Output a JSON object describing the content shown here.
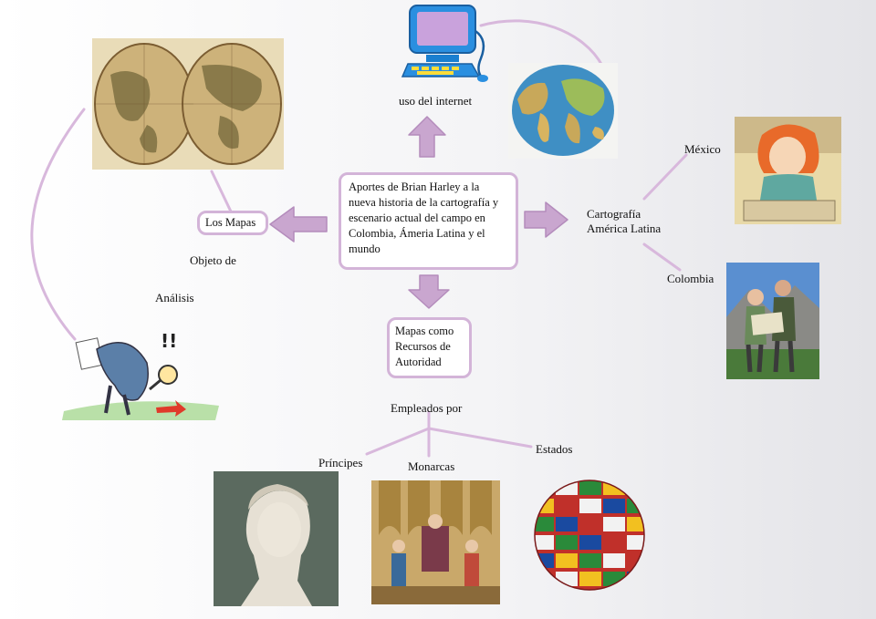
{
  "center": {
    "text": "Aportes de Brian Harley a la nueva historia de la cartografía y escenario actual del campo en Colombia, Ámeria Latina y el mundo"
  },
  "left": {
    "node": "Los Mapas",
    "link_1": "Objeto de",
    "link_2": "Análisis"
  },
  "top": {
    "node": "uso del internet"
  },
  "right": {
    "node": "Cartografía América Latina",
    "branch_1": "México",
    "branch_2": "Colombia"
  },
  "bottom": {
    "node": "Mapas como Recursos de Autoridad",
    "link": "Empleados por",
    "branch_1": "Príncipes",
    "branch_2": "Monarcas",
    "branch_3": "Estados"
  },
  "colors": {
    "connector": "#d8b8dc",
    "arrow_fill": "#c9a6cf",
    "arrow_stroke": "#b48cbc",
    "box_border": "#d3b4d8"
  },
  "images": {
    "old_world_map": "antique-world-map",
    "computer": "computer-icon",
    "globe": "world-globe",
    "searcher": "magnifier-searcher-cartoon",
    "mexico": "anime-girl-reading-map",
    "colombia": "hikers-with-map",
    "princes": "classical-bust",
    "monarchs": "medieval-court-scene",
    "states": "flags-sphere"
  }
}
